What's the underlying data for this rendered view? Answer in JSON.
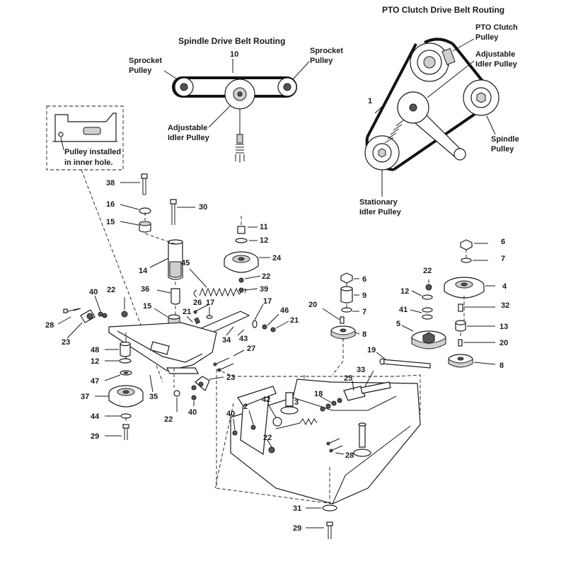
{
  "headers": {
    "spindle_routing": "Spindle Drive Belt Routing",
    "pto_routing": "PTO Clutch Drive Belt Routing"
  },
  "routing_labels": {
    "sprocket_left": [
      "Sprocket",
      "Pulley"
    ],
    "sprocket_right": [
      "Sprocket",
      "Pulley"
    ],
    "adjustable_idler_left": [
      "Adjustable",
      "Idler Pulley"
    ],
    "pto_clutch": [
      "PTO Clutch",
      "Pulley"
    ],
    "adjustable_idler_right": [
      "Adjustable",
      "Idler Pulley"
    ],
    "spindle_pulley": [
      "Spindle",
      "Pulley"
    ],
    "stationary_idler": [
      "Stationary",
      "Idler Pulley"
    ]
  },
  "inset_note": [
    "Pulley installed",
    "in inner hole."
  ],
  "callouts": {
    "c10": "10",
    "c1": "1",
    "c38": "38",
    "c16": "16",
    "c15a": "15",
    "c30": "30",
    "c11": "11",
    "c12a": "12",
    "c24": "24",
    "c14": "14",
    "c45": "45",
    "c22a": "22",
    "c39": "39",
    "c36": "36",
    "c26": "26",
    "c17a": "17",
    "c17b": "17",
    "c46": "46",
    "c21a": "21",
    "c21b": "21",
    "c15b": "15",
    "c40a": "40",
    "c22b": "22",
    "c28a": "28",
    "c23a": "23",
    "c43": "43",
    "c34": "34",
    "c27": "27",
    "c48": "48",
    "c12b": "12",
    "c47": "47",
    "c35": "35",
    "c23b": "23",
    "c37": "37",
    "c40b": "40",
    "c22c": "22",
    "c44": "44",
    "c29a": "29",
    "c6a": "6",
    "c9": "9",
    "c7a": "7",
    "c20a": "20",
    "c8a": "8",
    "c6b": "6",
    "c7b": "7",
    "c22d": "22",
    "c4": "4",
    "c12c": "12",
    "c41": "41",
    "c32": "32",
    "c5": "5",
    "c13": "13",
    "c20b": "20",
    "c19": "19",
    "c8b": "8",
    "c33": "33",
    "c25": "25",
    "c18": "18",
    "c3": "3",
    "c42": "42",
    "c2": "2",
    "c40c": "40",
    "c22e": "22",
    "c28b": "28",
    "c31": "31",
    "c29b": "29"
  }
}
